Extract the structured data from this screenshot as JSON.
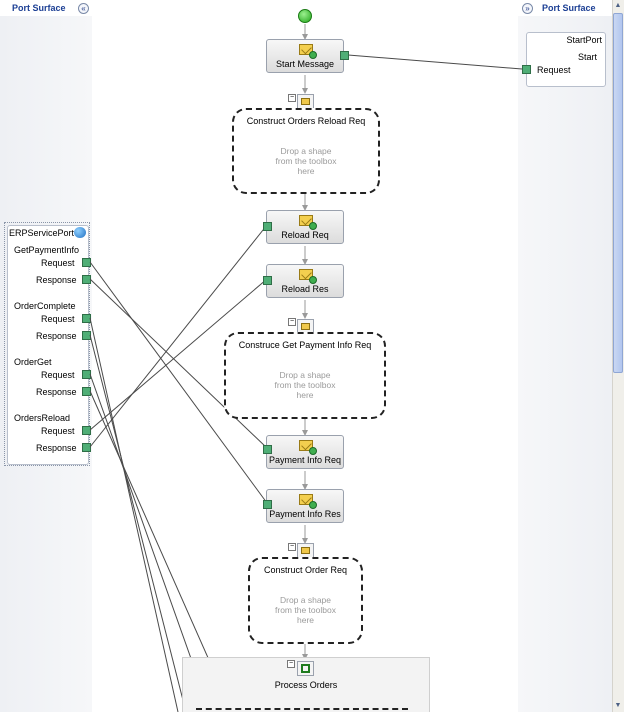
{
  "left_panel": {
    "title": "Port Surface",
    "collapse_glyph": "«"
  },
  "right_panel": {
    "title": "Port Surface",
    "expand_glyph": "»"
  },
  "start_port": {
    "name": "StartPort",
    "operation": "Start",
    "request": "Request"
  },
  "erp_port": {
    "name": "ERPServicePort",
    "operations": [
      {
        "name": "GetPaymentInfo",
        "request": "Request",
        "response": "Response"
      },
      {
        "name": "OrderComplete",
        "request": "Request",
        "response": "Response"
      },
      {
        "name": "OrderGet",
        "request": "Request",
        "response": "Response"
      },
      {
        "name": "OrdersReload",
        "request": "Request",
        "response": "Response"
      }
    ]
  },
  "shapes": {
    "start_message": "Start Message",
    "construct_orders_reload_req": "Construct Orders Reload Req",
    "reload_req": "Reload Req",
    "reload_res": "Reload Res",
    "construct_get_payment_info_req": "Construce Get Payment Info Req",
    "payment_info_req": "Payment Info Req",
    "payment_info_res": "Payment Info Res",
    "construct_order_req": "Construct Order Req",
    "process_orders": "Process Orders"
  },
  "drop_hint": {
    "line1": "Drop a shape",
    "line2": "from the toolbox",
    "line3": "here"
  },
  "colors": {
    "header_text": "#1c3f94",
    "port_green": "#4fae76",
    "loop_green": "#1e7b1e"
  }
}
